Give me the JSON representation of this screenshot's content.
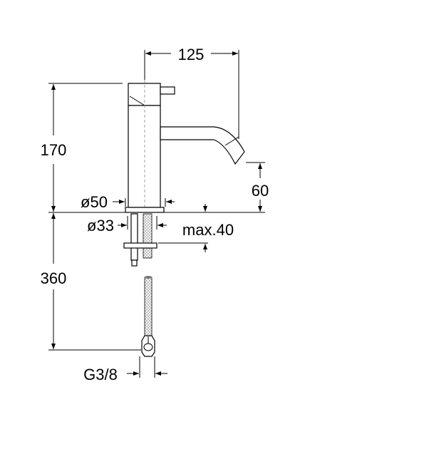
{
  "drawing": {
    "dimensions": {
      "spout_reach": "125",
      "height_above_deck": "170",
      "spout_height": "60",
      "base_diameter": "ø50",
      "hole_diameter": "ø33",
      "max_deck_thickness": "max.40",
      "hose_length": "360",
      "connection_thread": "G3/8"
    },
    "colors": {
      "line": "#000000",
      "hatch": "#999999"
    }
  }
}
